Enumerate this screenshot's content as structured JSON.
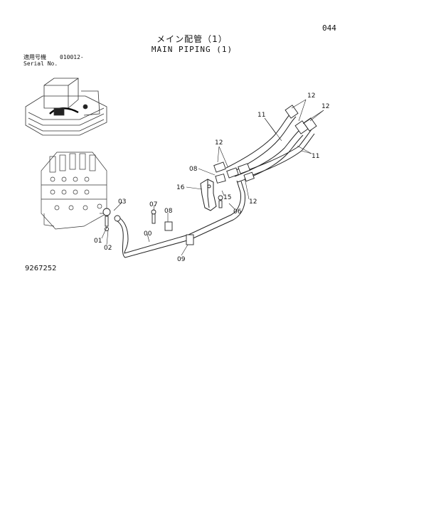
{
  "page_number": "044",
  "title_jp": "メイン配管（1）",
  "title_en": "MAIN PIPING (1)",
  "serial": {
    "label_jp": "適用号機",
    "label_en": "Serial No.",
    "value": "010012-"
  },
  "drawing_number": "9267252",
  "part_labels": [
    "12",
    "12",
    "11",
    "11",
    "12",
    "08",
    "16",
    "15",
    "12",
    "03",
    "07",
    "08",
    "06",
    "00",
    "01",
    "02",
    "09"
  ]
}
